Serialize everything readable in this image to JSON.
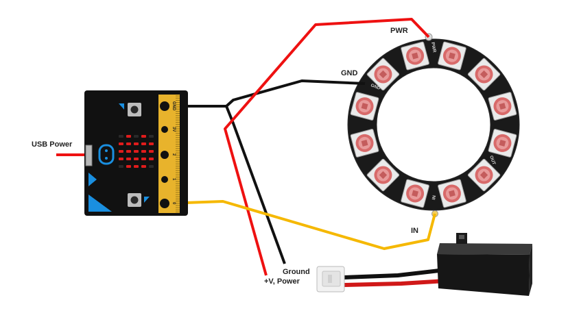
{
  "labels": {
    "usb_power": "USB Power",
    "pwr": "PWR",
    "gnd": "GND",
    "in": "IN",
    "ground": "Ground",
    "v_power": "+V, Power"
  },
  "microbit": {
    "pins": [
      "GND",
      "3V",
      "2",
      "1",
      "0"
    ]
  },
  "ring": {
    "pad_labels": [
      "PWR",
      "GND",
      "OUT",
      "IN"
    ],
    "pixel_count": 12
  },
  "colors": {
    "power_wire": "#ee1111",
    "ground_wire": "#111111",
    "signal_wire": "#f5b800",
    "board": "#111111",
    "edge_connector": "#e8b32c",
    "led_on": "#e01c1c",
    "accent_blue": "#1a8fe0"
  }
}
